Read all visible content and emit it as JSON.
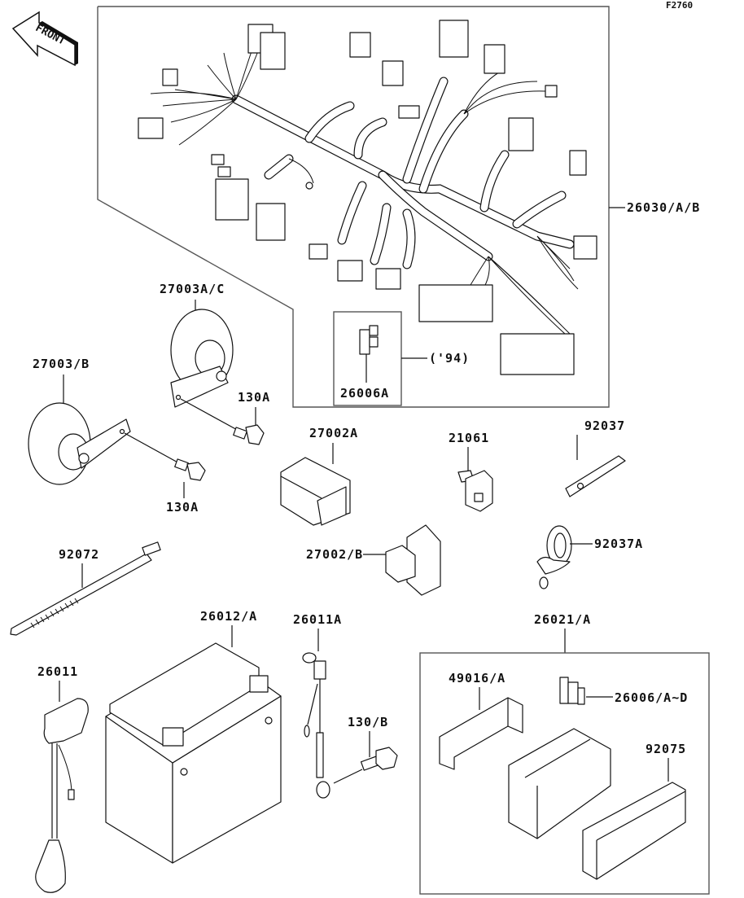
{
  "diagram": {
    "code": "F2760",
    "front_label": "FRONT",
    "groups": {
      "harness": {
        "label": "26030/A/B"
      },
      "fuse_94": {
        "label": "26006A",
        "note": "('94)"
      },
      "fuse_box": {
        "label": "26021/A"
      }
    },
    "parts": [
      {
        "id": "horn-ac",
        "label": "27003A/C"
      },
      {
        "id": "horn-b",
        "label": "27003/B"
      },
      {
        "id": "bolt-130a-1",
        "label": "130A"
      },
      {
        "id": "bolt-130a-2",
        "label": "130A"
      },
      {
        "id": "relay-27002a",
        "label": "27002A"
      },
      {
        "id": "relay-27002b",
        "label": "27002/B"
      },
      {
        "id": "switch-21061",
        "label": "21061"
      },
      {
        "id": "strap-92037",
        "label": "92037"
      },
      {
        "id": "clamp-92037a",
        "label": "92037A"
      },
      {
        "id": "band-92072",
        "label": "92072"
      },
      {
        "id": "battery-26012a",
        "label": "26012/A"
      },
      {
        "id": "lead-26011a",
        "label": "26011A"
      },
      {
        "id": "lead-26011",
        "label": "26011"
      },
      {
        "id": "bolt-130b",
        "label": "130/B"
      },
      {
        "id": "bracket-49016a",
        "label": "49016/A"
      },
      {
        "id": "fuse-26006ad",
        "label": "26006/A~D"
      },
      {
        "id": "cover-92075",
        "label": "92075"
      }
    ]
  }
}
